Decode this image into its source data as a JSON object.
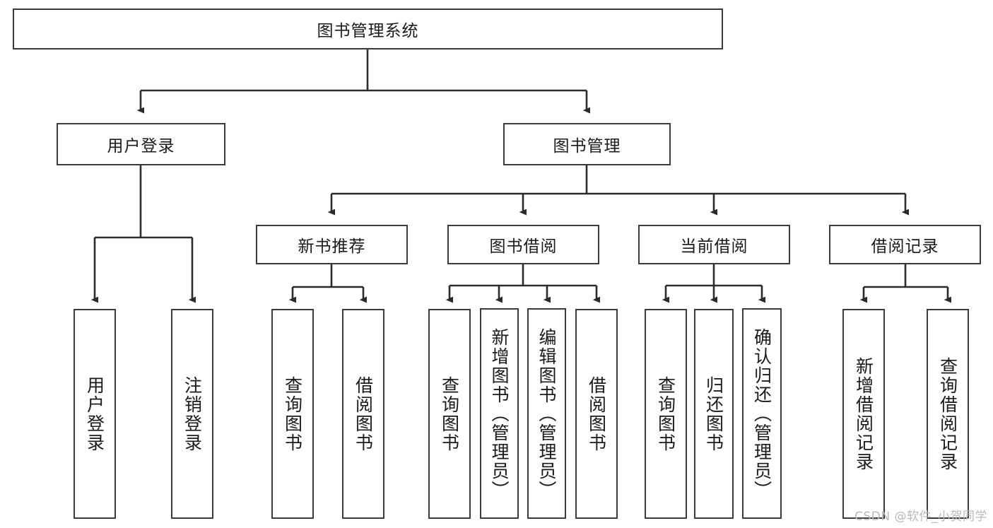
{
  "diagram": {
    "type": "tree-hierarchy",
    "title": "图书管理系统",
    "watermark": "CSDN @软件_小贺同学",
    "colors": {
      "box_border": "#3a3a3a",
      "box_fill": "#ffffff",
      "connector": "#2b2b2b",
      "text": "#1a1a1a",
      "watermark": "#b9b9b9"
    },
    "levels": {
      "root": {
        "label": "图书管理系统"
      },
      "level2": [
        {
          "label": "用户登录"
        },
        {
          "label": "图书管理"
        }
      ],
      "level3": [
        {
          "label": "新书推荐"
        },
        {
          "label": "图书借阅"
        },
        {
          "label": "当前借阅"
        },
        {
          "label": "借阅记录"
        }
      ],
      "leaves": {
        "user_login": [
          {
            "label": "用户登录"
          },
          {
            "label": "注销登录"
          }
        ],
        "new_book_recommend": [
          {
            "label": "查询图书"
          },
          {
            "label": "借阅图书"
          }
        ],
        "book_borrow": [
          {
            "label": "查询图书"
          },
          {
            "label": "新增图书（管理员）"
          },
          {
            "label": "编辑图书（管理员）"
          },
          {
            "label": "借阅图书"
          }
        ],
        "current_borrow": [
          {
            "label": "查询图书"
          },
          {
            "label": "归还图书"
          },
          {
            "label": "确认归还（管理员）"
          }
        ],
        "borrow_records": [
          {
            "label": "新增借阅记录"
          },
          {
            "label": "查询借阅记录"
          }
        ]
      }
    }
  }
}
